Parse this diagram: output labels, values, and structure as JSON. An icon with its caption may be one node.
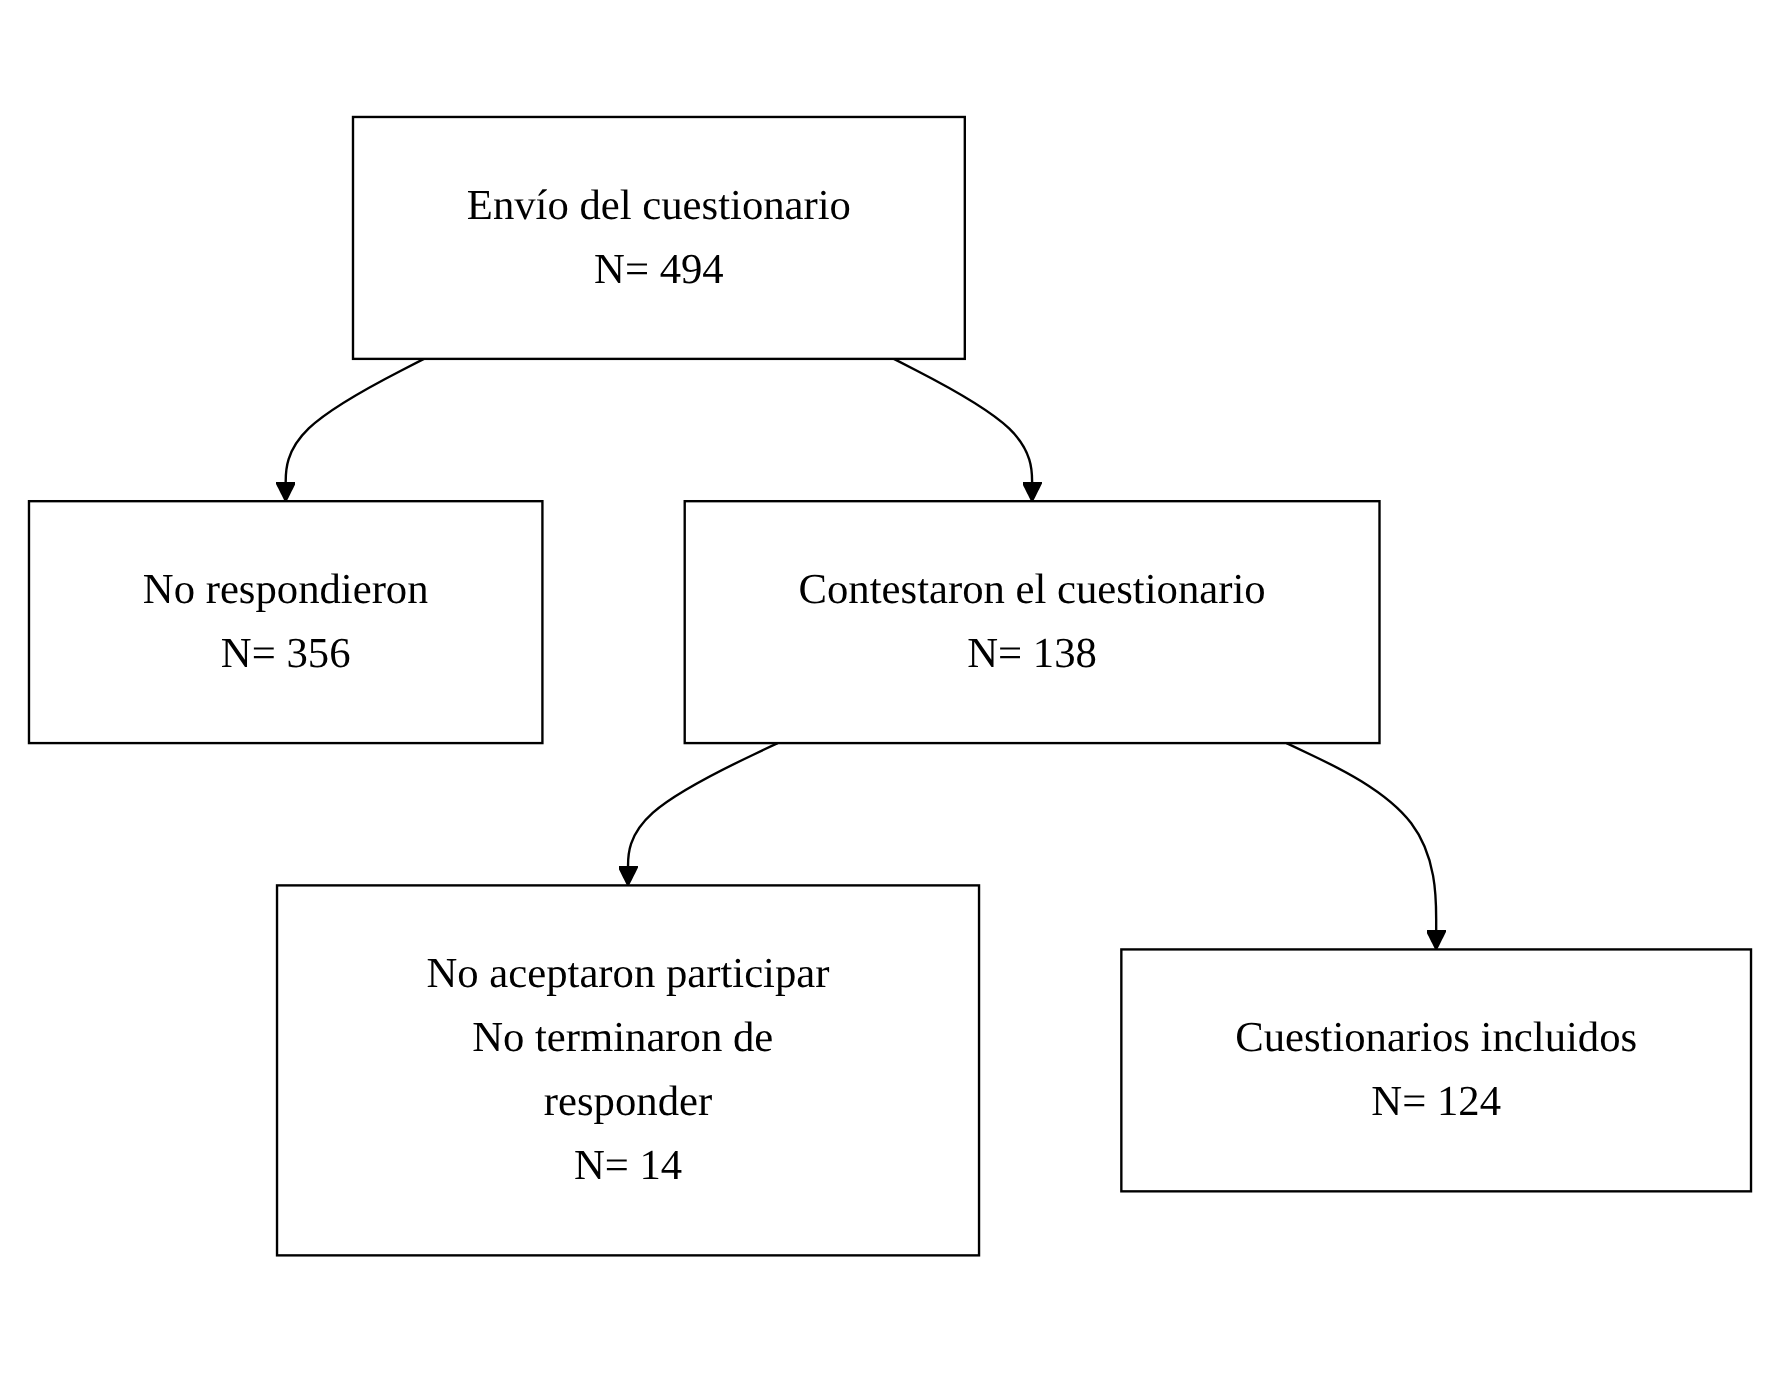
{
  "diagram": {
    "nodes": [
      {
        "text": [
          "Envío del cuestionario",
          "N= 494"
        ]
      },
      {
        "text": [
          "No respondieron",
          "N= 356"
        ]
      },
      {
        "text": [
          "Contestaron el cuestionario",
          "N= 138"
        ]
      },
      {
        "text": [
          "No aceptaron participar",
          "No terminaron de responder",
          "N= 14"
        ]
      },
      {
        "text": [
          "Cuestionarios incluidos",
          "N= 124"
        ]
      }
    ],
    "edges": [
      {
        "from": 0,
        "to": 1,
        "arrow": "to"
      },
      {
        "from": 0,
        "to": 2,
        "arrow": "to"
      },
      {
        "from": 2,
        "to": 3,
        "arrow": "to"
      },
      {
        "from": 2,
        "to": 4,
        "arrow": "to"
      }
    ]
  }
}
